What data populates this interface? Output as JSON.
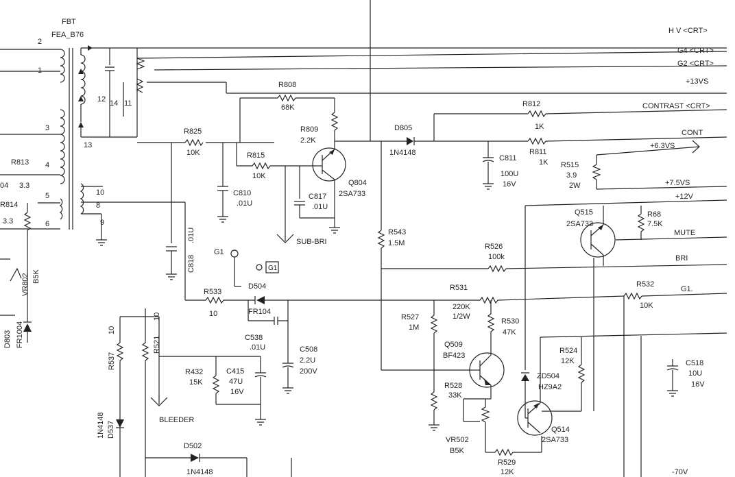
{
  "fbt": {
    "line1": "FBT",
    "line2": "FEA_B76"
  },
  "pins": {
    "p1": "1",
    "p2": "2",
    "p3": "3",
    "p4": "4",
    "p5": "5",
    "p6": "6",
    "p8": "8",
    "p9": "9",
    "p10": "10",
    "p11": "11",
    "p12": "12",
    "p13": "13",
    "p14": "14"
  },
  "nets": {
    "hv": "H V <CRT>",
    "g4": "G4 <CRT>",
    "g2": "G2 <CRT>",
    "v13": "+13VS",
    "contrast": "CONTRAST <CRT>",
    "cont": "CONT",
    "v63": "+6.3VS",
    "v75": "+7.5VS",
    "v12": "+12V",
    "mute": "MUTE",
    "bri": "BRI",
    "g1_right": "G1.",
    "g1": "G1",
    "g1_box": "G1",
    "subbri": "SUB-BRI",
    "bleeder": "BLEEDER",
    "v70": "-70V"
  },
  "parts": {
    "r808": {
      "ref": "R808",
      "val": "68K"
    },
    "r809": {
      "ref": "R809",
      "val": "2.2K"
    },
    "r825": {
      "ref": "R825",
      "val": "10K"
    },
    "r815": {
      "ref": "R815",
      "val": "10K"
    },
    "r813": {
      "ref": "R813",
      "val": "3.3",
      "val_left": "04"
    },
    "r814": {
      "ref": "R814",
      "val": "3.3"
    },
    "r812": {
      "ref": "R812",
      "val": "1K"
    },
    "r811": {
      "ref": "R811",
      "val": "1K"
    },
    "r515": {
      "ref": "R515",
      "val": "3.9",
      "val2": "2W"
    },
    "r68": {
      "ref": "R68",
      "val": "7.5K"
    },
    "r526": {
      "ref": "R526",
      "val": "100k"
    },
    "r531": {
      "ref": "R531",
      "val": "220K",
      "val2": "1/2W"
    },
    "r532": {
      "ref": "R532",
      "val": "10K"
    },
    "r527": {
      "ref": "R527",
      "val": "1M"
    },
    "r530": {
      "ref": "R530",
      "val": "47K"
    },
    "r524": {
      "ref": "R524",
      "val": "12K"
    },
    "r528": {
      "ref": "R528",
      "val": "33K"
    },
    "r529": {
      "ref": "R529",
      "val": "12K"
    },
    "r543": {
      "ref": "R543",
      "val": "1.5M"
    },
    "r533": {
      "ref": "R533",
      "val": "10"
    },
    "r432": {
      "ref": "R432",
      "val": "15K"
    },
    "r537": {
      "ref": "R537",
      "val": "10"
    },
    "r521": {
      "ref": "R521",
      "val": "10"
    },
    "d805": {
      "ref": "D805",
      "val": "1N4148"
    },
    "d504": {
      "ref": "D504",
      "val": "FR104"
    },
    "d502": {
      "ref": "D502",
      "val": "1N4148"
    },
    "d537": {
      "ref": "D537",
      "val": "1N4148"
    },
    "d803": {
      "ref": "D803",
      "val": "FR1004"
    },
    "zd504": {
      "ref": "ZD504",
      "val": "HZ9A2"
    },
    "c810": {
      "ref": "C810",
      "val": ".01U"
    },
    "c817": {
      "ref": "C817",
      "val": ".01U"
    },
    "c818": {
      "ref": "C818",
      "val": ".01U"
    },
    "c811": {
      "ref": "C811",
      "val": "100U",
      "val2": "16V"
    },
    "c538": {
      "ref": "C538",
      "val": ".01U"
    },
    "c508": {
      "ref": "C508",
      "val": "2.2U",
      "val2": "200V"
    },
    "c415": {
      "ref": "C415",
      "val": "47U",
      "val2": "16V"
    },
    "c518": {
      "ref": "C518",
      "val": "10U",
      "val2": "16V"
    },
    "q804": {
      "ref": "Q804",
      "val": "2SA733"
    },
    "q515": {
      "ref": "Q515",
      "val": "2SA733"
    },
    "q509": {
      "ref": "Q509",
      "val": "BF423"
    },
    "q514": {
      "ref": "Q514",
      "val": "2SA733"
    },
    "vr502": {
      "ref": "VR502",
      "val": "B5K"
    },
    "vr802": {
      "ref": "VR802",
      "val": "B5K"
    }
  }
}
